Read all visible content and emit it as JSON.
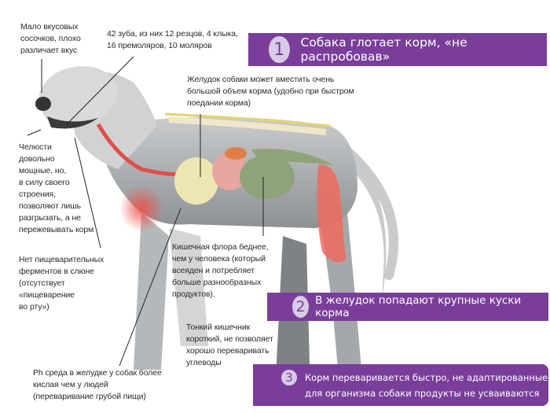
{
  "annotations": {
    "taste": [
      "Мало вкусовых",
      "сосочков, плохо",
      "различает вкус"
    ],
    "teeth": [
      "42 зуба, из них 12 резцов, 4 клыка,",
      "16 премоляров, 10 моляров"
    ],
    "stomach": [
      "Желудок собаки может вместить очень",
      "большой объем корма (удобно при быстром",
      "поедании корма)"
    ],
    "jaws": [
      "Челюсти",
      "довольно",
      "мощные, но,",
      "в силу своего",
      "строения,",
      "позволяют лишь",
      "разгрызать, а не",
      "пережевывать корм"
    ],
    "saliva": [
      "Нет пищеварительных",
      "ферментов в слюне",
      "(отсутствует",
      "«пищеварение",
      "во рту»)"
    ],
    "flora": [
      "Кишечная флора беднее,",
      "чем у человека (который",
      "всеяден и потребляет",
      "больше разнообразных",
      "продуктов)."
    ],
    "intestine": [
      "Тонкий кишечник",
      "короткий, не позволяет",
      "хорошо переваривать",
      "углеводы"
    ],
    "ph": [
      "Ph среда в желудке у собак более",
      "кислая чем у людей",
      "(переваривание грубой пищи)"
    ]
  },
  "banners": [
    {
      "number": "1",
      "text": "Собака глотает корм, «не распробовав»"
    },
    {
      "number": "2",
      "text": "В желудок попадают крупные куски корма"
    },
    {
      "number": "3",
      "line1": "Корм переваривается быстро, не адаптированные",
      "line2": "для организма собаки продукты не усваиваются"
    }
  ],
  "colors": {
    "banner": "#7a3e9a",
    "badge": "#d8cbe6"
  }
}
